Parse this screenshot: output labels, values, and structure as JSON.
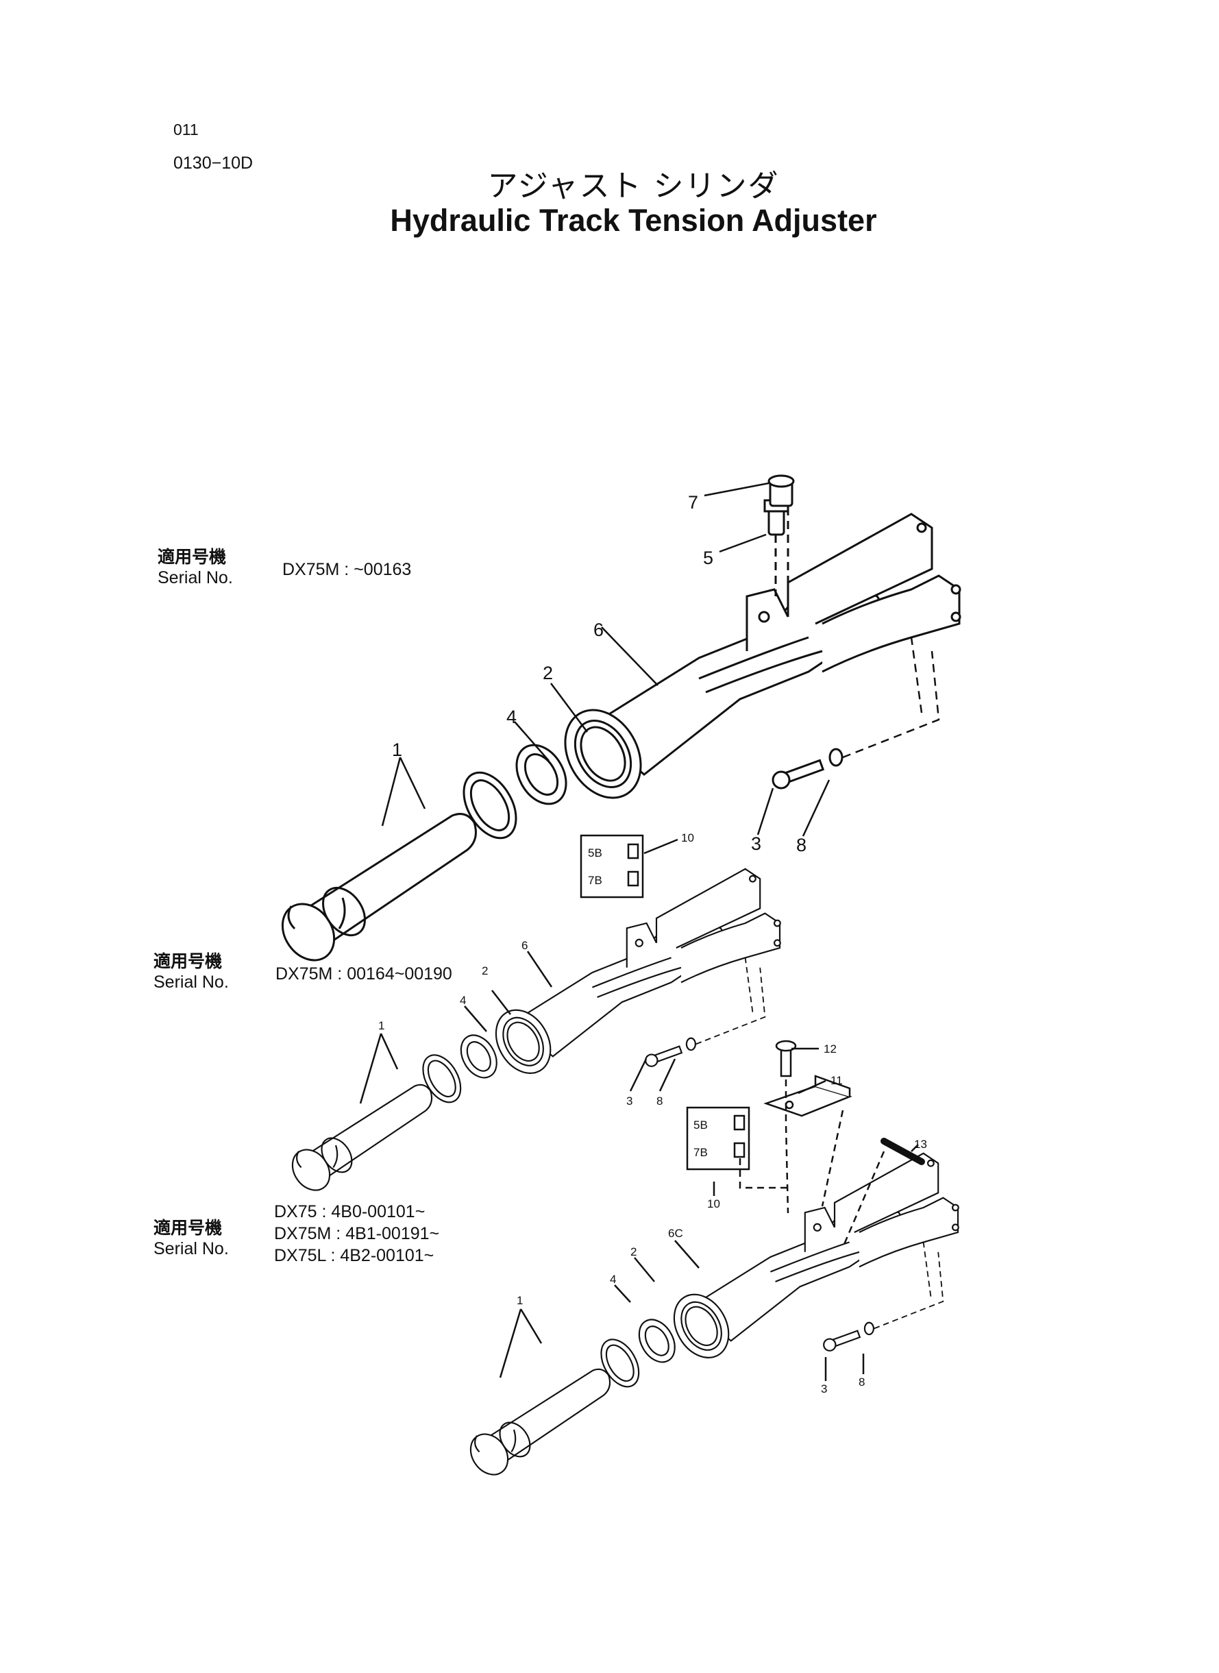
{
  "header": {
    "page_number": "011",
    "doc_code": "0130−10D",
    "title_jp": "アジャスト シリンダ",
    "title_en": "Hydraulic Track Tension Adjuster"
  },
  "variants": [
    {
      "serial_label_jp": "適用号機",
      "serial_label_en": "Serial No.",
      "serial_values": [
        "DX75M : ~00163"
      ],
      "callouts": [
        "1",
        "2",
        "3",
        "4",
        "5",
        "6",
        "7",
        "8"
      ]
    },
    {
      "serial_label_jp": "適用号機",
      "serial_label_en": "Serial No.",
      "serial_values": [
        "DX75M : 00164~00190"
      ],
      "callouts": [
        "1",
        "2",
        "3",
        "4",
        "6",
        "8",
        "10",
        "5B",
        "7B"
      ]
    },
    {
      "serial_label_jp": "適用号機",
      "serial_label_en": "Serial No.",
      "serial_values": [
        "DX75 : 4B0-00101~",
        "DX75M : 4B1-00191~",
        "DX75L : 4B2-00101~"
      ],
      "callouts": [
        "1",
        "2",
        "3",
        "4",
        "6C",
        "8",
        "10",
        "11",
        "12",
        "13",
        "5B",
        "7B",
        "10"
      ]
    }
  ],
  "colors": {
    "ink": "#111111",
    "paper": "#ffffff"
  }
}
